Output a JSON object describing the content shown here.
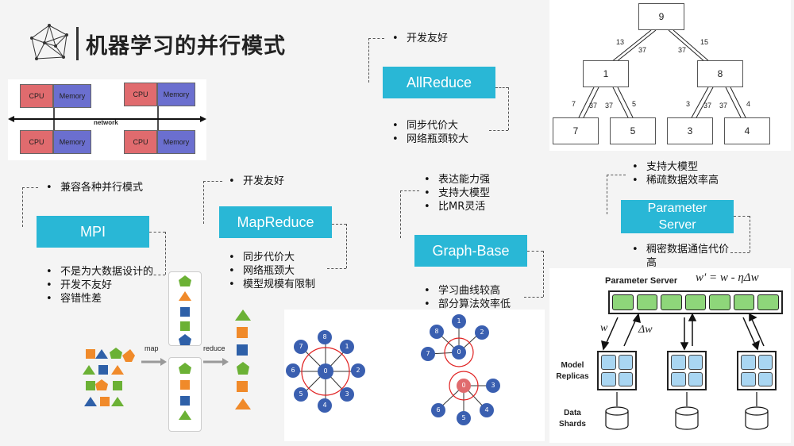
{
  "header": {
    "title": "机器学习的并行模式"
  },
  "hardware": {
    "cpu_label": "CPU",
    "memory_label": "Memory",
    "network_label": "network"
  },
  "allreduce": {
    "label": "AllReduce",
    "pros": [
      "开发友好"
    ],
    "cons": [
      "同步代价大",
      "网络瓶颈较大"
    ]
  },
  "mpi": {
    "label": "MPI",
    "pros": [
      "兼容各种并行模式"
    ],
    "cons": [
      "不是为大数据设计的",
      "开发不友好",
      "容错性差"
    ]
  },
  "mapreduce": {
    "label": "MapReduce",
    "pros": [
      "开发友好"
    ],
    "cons": [
      "同步代价大",
      "网络瓶颈大",
      "模型规模有限制"
    ],
    "map_label": "map",
    "reduce_label": "reduce"
  },
  "graph": {
    "label": "Graph-Base",
    "pros": [
      "表达能力强",
      "支持大模型",
      "比MR灵活"
    ],
    "cons": [
      "学习曲线较高",
      "部分算法效率低"
    ]
  },
  "param_server": {
    "label": "Parameter Server",
    "pros": [
      "支持大模型",
      "稀疏数据效率高"
    ],
    "cons": [
      "稠密数据通信代价高"
    ]
  },
  "tree": {
    "root": "9",
    "mid": [
      "1",
      "8"
    ],
    "leaves": [
      "7",
      "5",
      "3",
      "4"
    ],
    "edge_labels_top": [
      "13",
      "37",
      "37",
      "15"
    ],
    "edge_labels_bottom": [
      "7",
      "37",
      "37",
      "5",
      "3",
      "37",
      "37",
      "4"
    ]
  },
  "ps_diagram": {
    "title": "Parameter Server",
    "formula": "w' = w - ηΔw",
    "w_label": "w",
    "dw_label": "Δw",
    "replicas_label": "Model\nReplicas",
    "shards_label": "Data\nShards"
  },
  "graph_nodes": {
    "big_center": "0",
    "big_ring": [
      "1",
      "2",
      "3",
      "4",
      "5",
      "6",
      "7",
      "8"
    ],
    "small1_center": "0",
    "small1_ring": [
      "1",
      "2",
      "7",
      "8"
    ],
    "small2_center": "0",
    "small2_ring": [
      "3",
      "4",
      "5",
      "6"
    ]
  },
  "colors": {
    "accent": "#29b7d6",
    "cpu": "#e06b6e",
    "memory": "#6b6fcf",
    "ps_green": "#8ed67a",
    "replica_blue": "#a9d6f2"
  }
}
